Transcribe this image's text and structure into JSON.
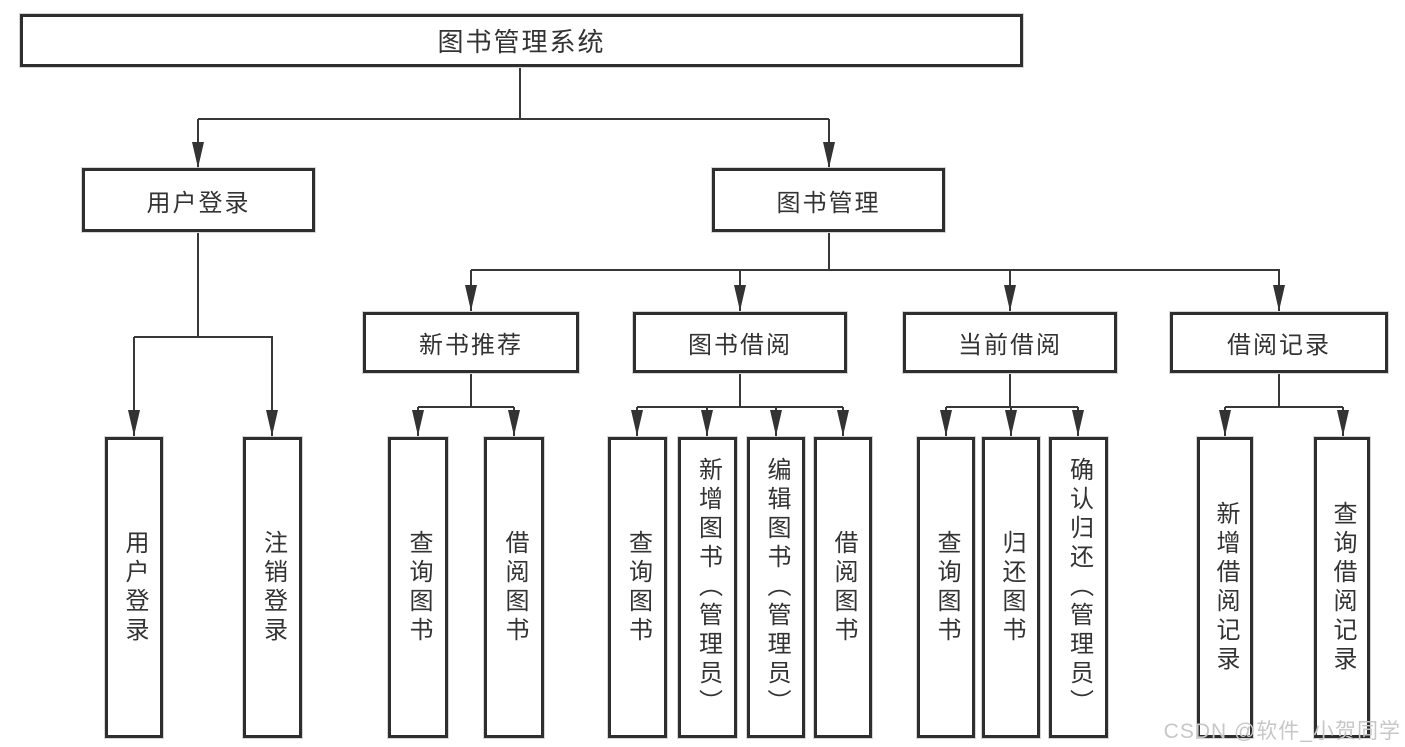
{
  "diagram": {
    "title": "图书管理系统",
    "type": "hierarchy-tree",
    "watermark": "CSDN @软件_小贺同学",
    "colors": {
      "background": "#ffffff",
      "box_border": "#2e2e2e",
      "box_background": "#ffffff",
      "line": "#383838",
      "text": "#333333",
      "watermark_text": "#c7c7c7"
    },
    "nodes": [
      {
        "id": "root",
        "label": "图书管理系统",
        "parent": null,
        "level": 1
      },
      {
        "id": "user-login",
        "label": "用户登录",
        "parent": "root",
        "level": 2
      },
      {
        "id": "book-mgmt",
        "label": "图书管理",
        "parent": "root",
        "level": 2
      },
      {
        "id": "leaf-user-login",
        "label": "用户登录",
        "parent": "user-login",
        "level": 3
      },
      {
        "id": "leaf-logout",
        "label": "注销登录",
        "parent": "user-login",
        "level": 3
      },
      {
        "id": "new-book-rec",
        "label": "新书推荐",
        "parent": "book-mgmt",
        "level": 3
      },
      {
        "id": "book-borrow",
        "label": "图书借阅",
        "parent": "book-mgmt",
        "level": 3
      },
      {
        "id": "current-borrow",
        "label": "当前借阅",
        "parent": "book-mgmt",
        "level": 3
      },
      {
        "id": "borrow-records",
        "label": "借阅记录",
        "parent": "book-mgmt",
        "level": 3
      },
      {
        "id": "rec-query-book",
        "label": "查询图书",
        "parent": "new-book-rec",
        "level": 4
      },
      {
        "id": "rec-borrow-book",
        "label": "借阅图书",
        "parent": "new-book-rec",
        "level": 4
      },
      {
        "id": "bb-query-book",
        "label": "查询图书",
        "parent": "book-borrow",
        "level": 4
      },
      {
        "id": "bb-add-book",
        "label": "新增图书（管理员）",
        "parent": "book-borrow",
        "level": 4
      },
      {
        "id": "bb-edit-book",
        "label": "编辑图书（管理员）",
        "parent": "book-borrow",
        "level": 4
      },
      {
        "id": "bb-borrow-book",
        "label": "借阅图书",
        "parent": "book-borrow",
        "level": 4
      },
      {
        "id": "cb-query-book",
        "label": "查询图书",
        "parent": "current-borrow",
        "level": 4
      },
      {
        "id": "cb-return-book",
        "label": "归还图书",
        "parent": "current-borrow",
        "level": 4
      },
      {
        "id": "cb-confirm-return",
        "label": "确认归还（管理员）",
        "parent": "current-borrow",
        "level": 4
      },
      {
        "id": "br-add-record",
        "label": "新增借阅记录",
        "parent": "borrow-records",
        "level": 4
      },
      {
        "id": "br-query-record",
        "label": "查询借阅记录",
        "parent": "borrow-records",
        "level": 4
      }
    ]
  }
}
